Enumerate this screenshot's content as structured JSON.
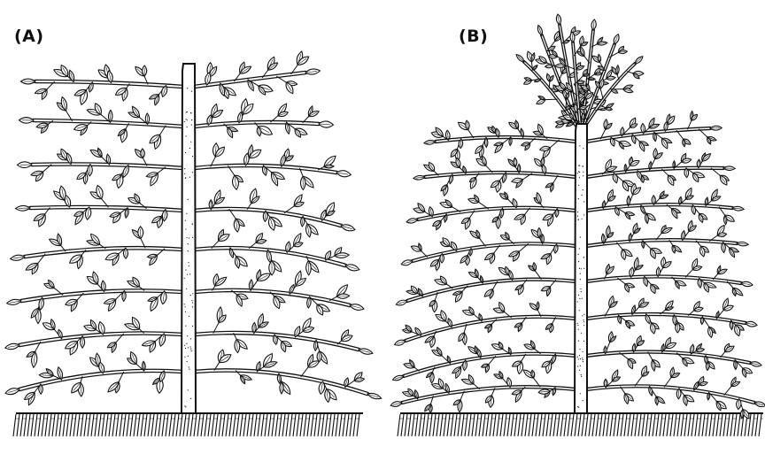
{
  "panels": [
    {
      "id": "A",
      "label": "(A)"
    },
    {
      "id": "B",
      "label": "(B)"
    }
  ],
  "colors": {
    "ink": "#111111",
    "paper": "#ffffff",
    "trunk_fill": "#ffffff"
  }
}
